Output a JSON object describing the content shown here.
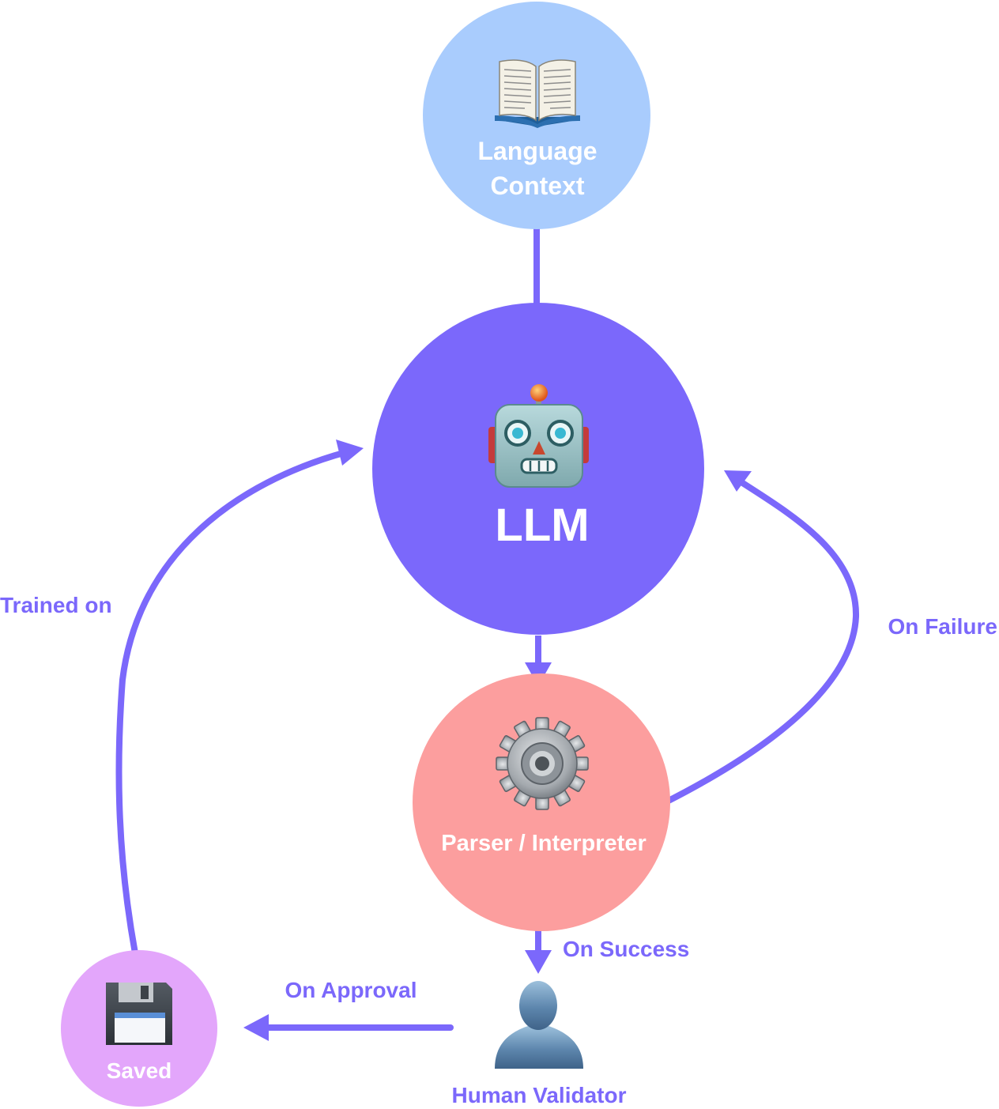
{
  "colors": {
    "arrow": "#7b68fb",
    "label_text": "#7b68fb",
    "node_language_context": "#a9ccfd",
    "node_llm": "#7b68fb",
    "node_parser": "#fc9e9e",
    "node_saved": "#e3a6fb",
    "node_text": "#ffffff"
  },
  "nodes": {
    "language_context": {
      "icon": "open-book-icon",
      "label_line1": "Language",
      "label_line2": "Context"
    },
    "llm": {
      "icon": "robot-icon",
      "label": "LLM"
    },
    "parser": {
      "icon": "gear-icon",
      "label": "Parser / Interpreter"
    },
    "saved": {
      "icon": "floppy-disk-icon",
      "label": "Saved"
    },
    "human_validator": {
      "icon": "person-silhouette-icon",
      "label": "Human Validator"
    }
  },
  "edges": {
    "trained_on": "Trained on",
    "on_failure": "On Failure",
    "on_success": "On Success",
    "on_approval": "On Approval"
  }
}
